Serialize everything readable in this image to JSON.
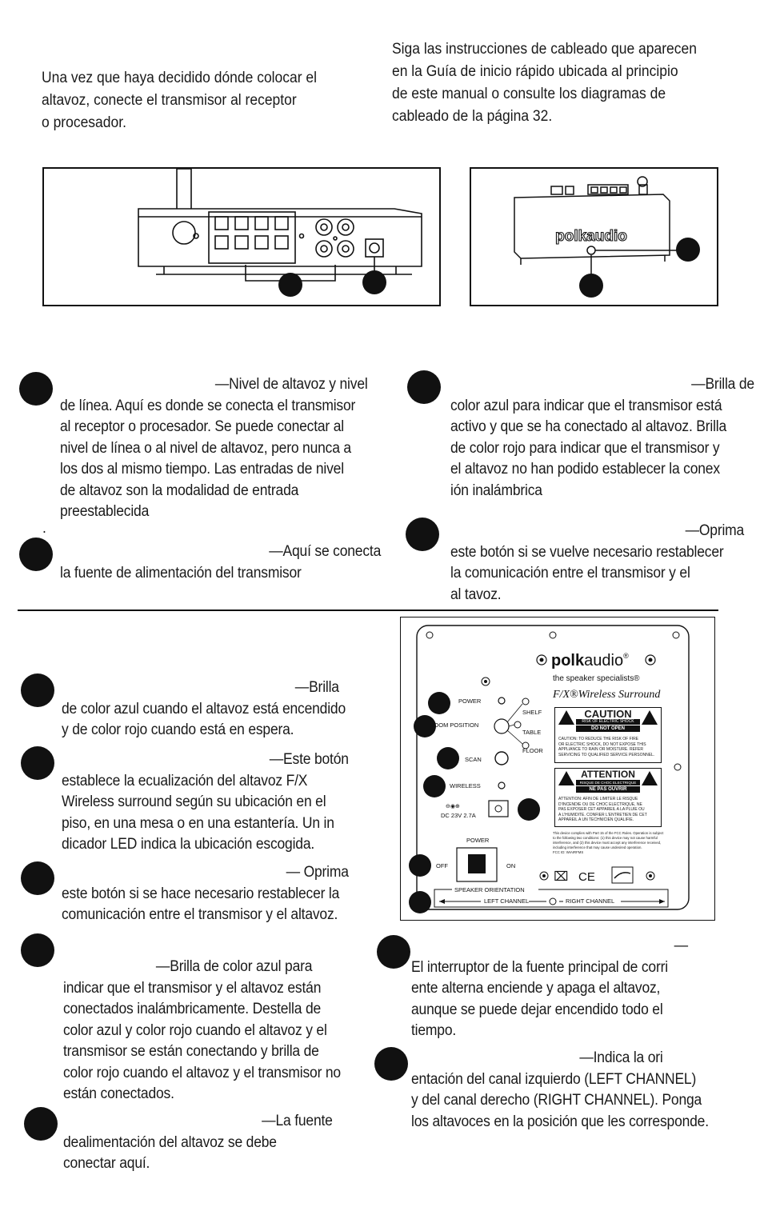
{
  "intro": {
    "left": [
      "Una vez que haya decidido dónde colocar el",
      "altavoz, conecte el transmisor al receptor",
      "o procesador."
    ],
    "right": [
      "Siga las instrucciones de cableado que aparecen",
      "en la Guía de inicio rápido ubicada al principio",
      "de este manual o consulte los diagramas de",
      "cableado de la página 32."
    ]
  },
  "transmitter_items": {
    "inputs": [
      "—Nivel de altavoz y nivel",
      "de línea. Aquí es donde se conecta el transmisor",
      "al receptor o procesador. Se puede conectar al",
      "nivel de línea o al nivel de altavoz, pero nunca a",
      "los dos al mismo tiempo. Las entradas de nivel",
      "de altavoz son la modalidad de entrada",
      "preestablecida"
    ],
    "stray_period": ".",
    "power": [
      "—Aquí se conecta",
      "la fuente de alimentación del transmisor"
    ],
    "led": [
      "—Brilla de",
      "color azul para indicar que el transmisor está",
      "activo y que se ha conectado al altavoz. Brilla",
      "de color rojo para indicar que el transmisor y",
      "el altavoz no han podido establecer la conex",
      "ión inalámbrica"
    ],
    "button": [
      "—Oprima",
      "este botón si se vuelve necesario restablecer",
      "la comunicación entre el transmisor y el",
      "al tavoz."
    ]
  },
  "speaker_items": {
    "power_led": [
      "—Brilla",
      "de color azul cuando el altavoz está encendido",
      "y de color rojo cuando está en espera."
    ],
    "room_position": [
      "—Este botón",
      "establece la ecualización del altavoz F/X",
      "Wireless surround según su ubicación en el",
      "piso, en una mesa o en una estantería. Un in",
      "dicador LED indica la ubicación escogida."
    ],
    "scan": [
      "—  Oprima",
      "este botón si se hace necesario restablecer la",
      "comunicación entre el transmisor y el altavoz."
    ],
    "wireless": [
      "—Brilla de color azul para",
      "indicar que el transmisor y el altavoz están",
      "conectados inalámbricamente. Destella de",
      "color azul y color rojo cuando el altavoz y el",
      "transmisor se están conectando y brilla de",
      "color rojo cuando el altavoz y el transmisor no",
      "están conectados."
    ],
    "dc_input": [
      "—La fuente",
      "dealimentación del altavoz se debe",
      "conectar aquí."
    ],
    "switch": [
      "—",
      "El interruptor de la fuente principal de corri",
      "ente alterna enciende y apaga el altavoz,",
      "aunque se puede dejar encendido todo el",
      "tiempo."
    ],
    "orientation": [
      "—Indica la ori",
      "entación del canal izquierdo (LEFT CHANNEL)",
      "y del canal derecho (RIGHT CHANNEL). Ponga",
      "los altavoces en la posición que les corresponde."
    ]
  },
  "panel": {
    "brand": "polkaudio",
    "brand_light_part": "audio",
    "brand_bold_part": "polk",
    "registered": "®",
    "tagline": "the speaker specialists®",
    "product": "F/X®Wireless Surround",
    "power_label": "POWER",
    "room_label": "ROOM POSITION",
    "scan_label": "SCAN",
    "wireless_label": "WIRELESS",
    "shelf": "SHELF",
    "table": "TABLE",
    "floor": "FLOOR",
    "dc_label": "DC 23V 2.7A",
    "switch_label": "POWER",
    "off": "OFF",
    "on": "ON",
    "caution_title": "CAUTION",
    "caution_sub1": "RISK OF ELECTRIC SHOCK",
    "caution_sub2": "DO NOT OPEN",
    "caution_text": [
      "CAUTION: TO REDUCE THE RISK OF FIRE",
      "OR ELECTRIC SHOCK, DO NOT EXPOSE THIS",
      "APPLIANCE TO RAIN OR MOISTURE. REFER",
      "SERVICING TO QUALIFIED SERVICE PERSONNEL."
    ],
    "attention_title": "ATTENTION",
    "attention_sub1": "RISQUE DE CHOC ELECTRIQUE",
    "attention_sub2": "NE PAS OUVRIR",
    "attention_text": [
      "ATTENTION: AFIN DE LIMITER LE RISQUE",
      "D'INCENDIE OU DE CHOC ELECTRIQUE, NE",
      "PAS EXPOSER CET APPAREIL A LA PLUIE OU",
      "A L'HUMIDITE. CONFIER L'ENTRETIEN DE CET",
      "APPAREIL A UN TECHNICIEN QUALIFIE."
    ],
    "fcc_text": [
      "This device complies with Part 15 of the FCC Rules. Operation is subject",
      "to the following two conditions: (1) this device may not cause harmful",
      "interference, and (2) this device must accept any interference received,",
      "including interference that may cause undesired operation.",
      "FCC ID: WIAIRFMS"
    ],
    "ce": "CE",
    "orientation_label": "SPEAKER ORIENTATION",
    "left_channel": "LEFT CHANNEL",
    "right_channel": "RIGHT CHANNEL"
  },
  "transmitter_top_brand": "polkaudio"
}
